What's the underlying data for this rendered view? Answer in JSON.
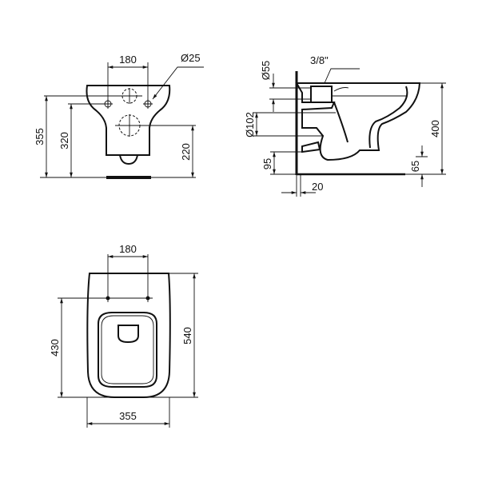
{
  "front_view": {
    "hole_spacing": "180",
    "hole_diameter": "Ø25",
    "height_total": "355",
    "height_holes": "320",
    "height_outlet": "220"
  },
  "side_view": {
    "inlet_diameter": "Ø55",
    "thread": "3/8\"",
    "outlet_diameter": "Ø102",
    "outlet_height": "95",
    "wall_offset": "20",
    "rim_height": "400",
    "base_height": "65"
  },
  "top_view": {
    "hole_spacing": "180",
    "depth_holes": "430",
    "depth_total": "540",
    "width": "355"
  }
}
